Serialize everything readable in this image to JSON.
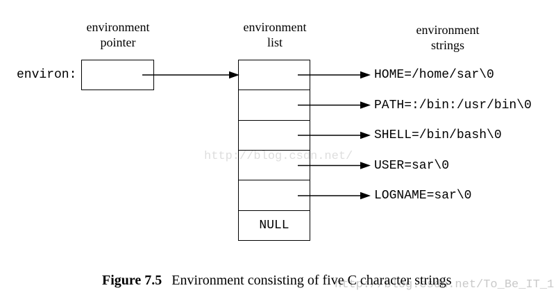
{
  "diagram": {
    "headers": {
      "pointer": {
        "line1": "environment",
        "line2": "pointer"
      },
      "list": {
        "line1": "environment",
        "line2": "list"
      },
      "strings": {
        "line1": "environment",
        "line2": "strings"
      }
    },
    "environ_label": "environ:",
    "null_label": "NULL",
    "env_strings": [
      "HOME=/home/sar\\0",
      "PATH=:/bin:/usr/bin\\0",
      "SHELL=/bin/bash\\0",
      "USER=sar\\0",
      "LOGNAME=sar\\0"
    ],
    "list_cell_count": 6
  },
  "caption": {
    "label": "Figure 7.5",
    "text": "Environment consisting of five C character strings"
  },
  "watermarks": {
    "center": "http://blog.csdn.net/",
    "bottom_right": "http://blog.csdn.net/To_Be_IT_1"
  },
  "colors": {
    "ink": "#000000",
    "background": "#ffffff",
    "watermark_center": "#dedede",
    "watermark_bottom": "#c9c9c9"
  }
}
